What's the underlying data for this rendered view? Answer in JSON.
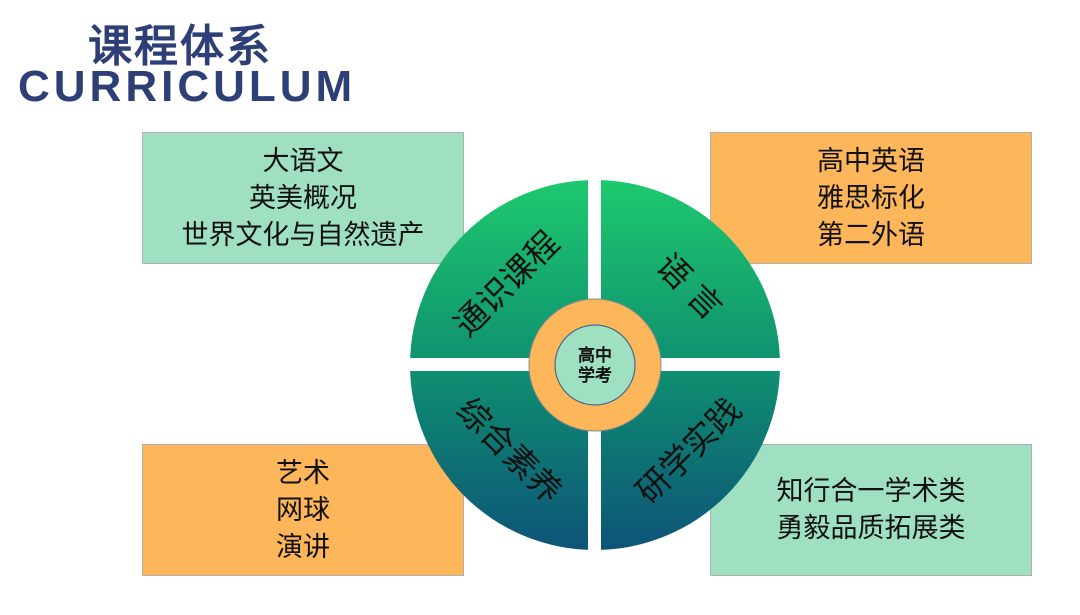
{
  "title": {
    "cn": "课程体系",
    "en": "CURRICULUM"
  },
  "boxes": {
    "general": [
      "大语文",
      "英美概况",
      "世界文化与自然遗产"
    ],
    "language": [
      "高中英语",
      "雅思标化",
      "第二外语"
    ],
    "comprehensive": [
      "艺术",
      "网球",
      "演讲"
    ],
    "research": [
      "知行合一学术类",
      "勇毅品质拓展类"
    ]
  },
  "wheel": {
    "center": [
      "高中",
      "学考"
    ],
    "quadrants": {
      "top_left": "通识课程",
      "top_right": "语 言",
      "bottom_left": "综合素养",
      "bottom_right": "研学实践"
    }
  },
  "colors": {
    "title": "#2e3f78",
    "green_box": "#9fdfc2",
    "orange_box": "#fdb659",
    "wheel_top": "#1ec96e",
    "wheel_bottom": "#0d5478"
  }
}
